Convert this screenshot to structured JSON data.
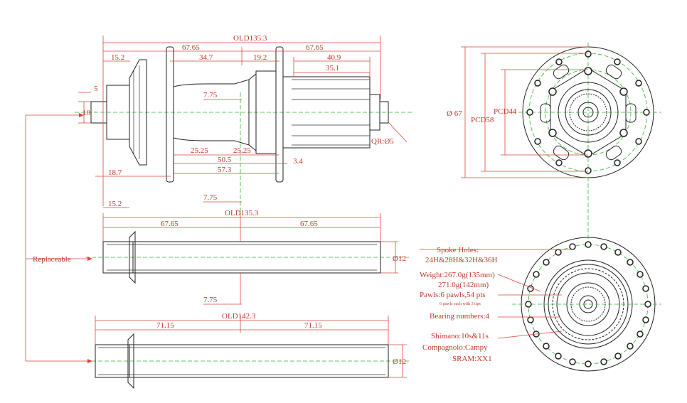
{
  "top_view": {
    "old": "OLD135.3",
    "d_67_65_left": "67.65",
    "d_67_65_right": "67.65",
    "d_15_2_top": "15.2",
    "d_34_7": "34.7",
    "d_19_2": "19.2",
    "d_40_9": "40.9",
    "d_35_1": "35.1",
    "d_5": "5",
    "d_10": "10",
    "d_7_75_a": "7.75",
    "d_25_25_left": "25.25",
    "d_25_25_right": "25.25",
    "d_50_5": "50.5",
    "d_57_3": "57.3",
    "d_3_4": "3.4",
    "d_18_7": "18.7",
    "d_7_75_b": "7.75",
    "d_15_2_bottom": "15.2",
    "qr": "QR:Ø5"
  },
  "axle_135": {
    "old": "OLD135.3",
    "d_left": "67.65",
    "d_right": "67.65",
    "dia": "Ø12",
    "d_7_75": "7.75"
  },
  "axle_142": {
    "old": "OLD142.3",
    "d_left": "71.15",
    "d_right": "71.15",
    "dia": "Ø12"
  },
  "replaceable_label": "Replaceable",
  "flange_view": {
    "dia": "Ø 67",
    "pcd44": "PCD44",
    "pcd58": "PCD58"
  },
  "specs": {
    "spoke_holes_title": "Spoke Holes:",
    "spoke_holes_value": "24H&28H&32H&36H",
    "weight_1": "Weight:267.0g(135mm)",
    "weight_2": "271.0g(142mm)",
    "pawls": "Pawls:6 pawls,54 pts",
    "pawls_note": "6 pawls each with 3 tips",
    "bearing": "Bearing numbers:4",
    "shimano": "Shimano:10s&11s",
    "campagnolo": "Compagnolo:Campy",
    "sram": "SRAM:XX1"
  }
}
